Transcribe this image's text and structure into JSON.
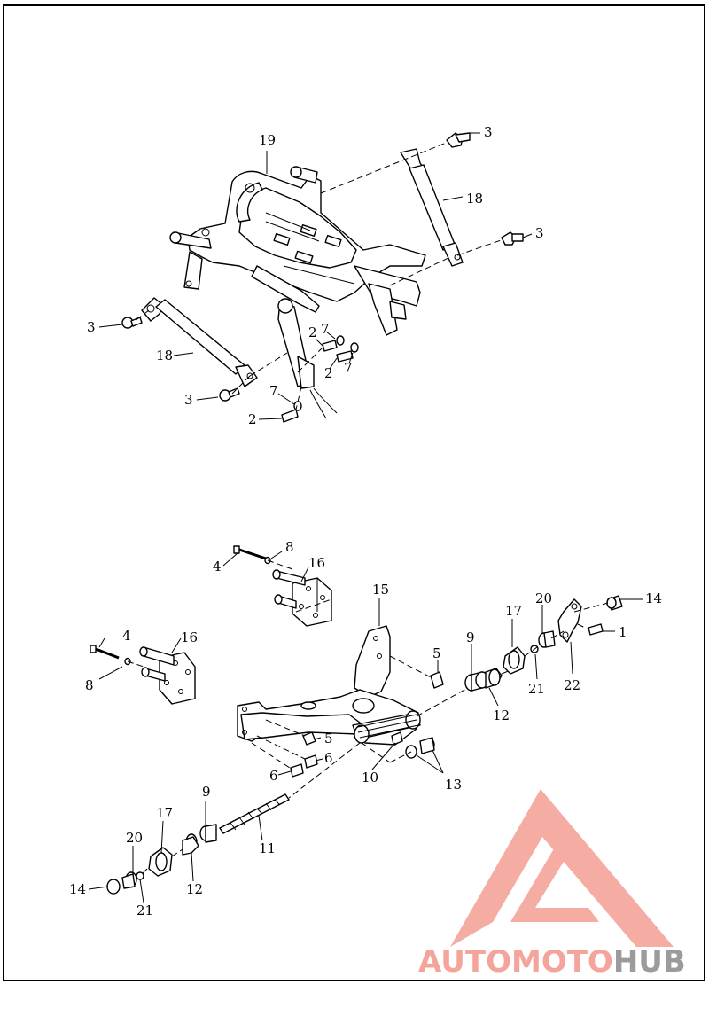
{
  "callouts": {
    "upper": [
      {
        "text": "19"
      },
      {
        "text": "3"
      },
      {
        "text": "18"
      },
      {
        "text": "3"
      },
      {
        "text": "3"
      },
      {
        "text": "18"
      },
      {
        "text": "3"
      },
      {
        "text": "2"
      },
      {
        "text": "7"
      },
      {
        "text": "2"
      },
      {
        "text": "7"
      },
      {
        "text": "7"
      },
      {
        "text": "2"
      }
    ],
    "lower": [
      {
        "text": "8"
      },
      {
        "text": "4"
      },
      {
        "text": "16"
      },
      {
        "text": "15"
      },
      {
        "text": "4"
      },
      {
        "text": "16"
      },
      {
        "text": "8"
      },
      {
        "text": "5"
      },
      {
        "text": "9"
      },
      {
        "text": "12"
      },
      {
        "text": "17"
      },
      {
        "text": "20"
      },
      {
        "text": "14"
      },
      {
        "text": "1"
      },
      {
        "text": "21"
      },
      {
        "text": "22"
      },
      {
        "text": "5"
      },
      {
        "text": "6"
      },
      {
        "text": "6"
      },
      {
        "text": "10"
      },
      {
        "text": "13"
      },
      {
        "text": "9"
      },
      {
        "text": "17"
      },
      {
        "text": "11"
      },
      {
        "text": "20"
      },
      {
        "text": "14"
      },
      {
        "text": "12"
      },
      {
        "text": "21"
      }
    ]
  },
  "watermark": {
    "part1": "AUTO",
    "part2": "MOTO",
    "part3": "HUB",
    "color_primary": "#f4a49a",
    "color_secondary": "#9b9b9b"
  }
}
